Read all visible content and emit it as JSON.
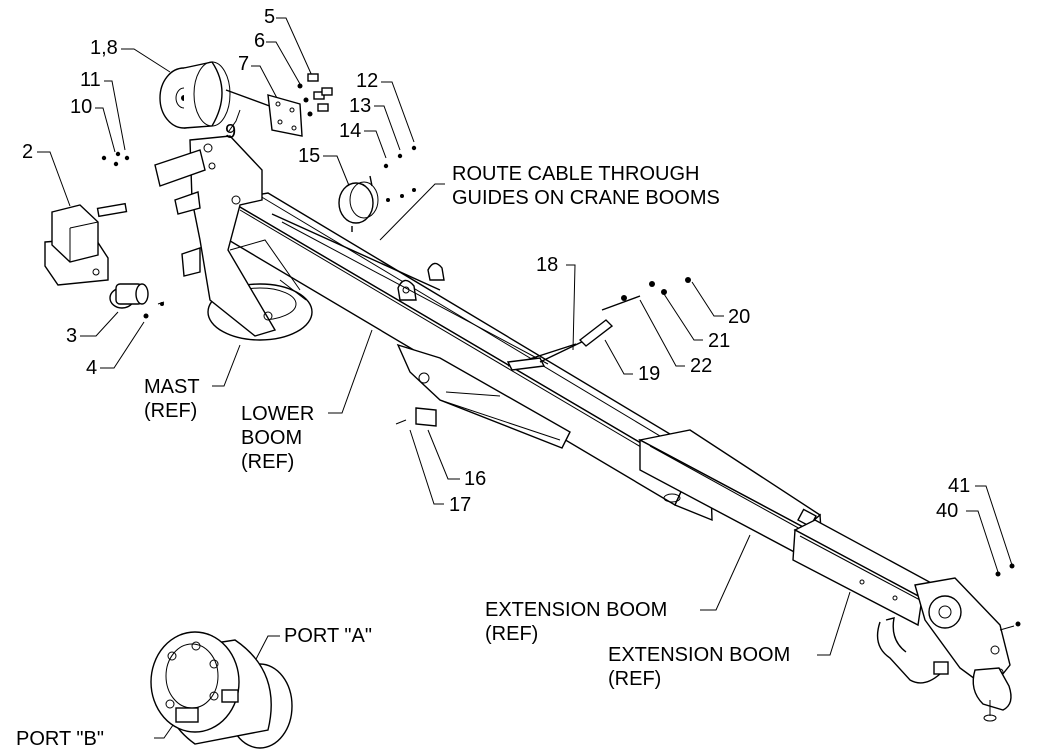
{
  "callouts": {
    "c5": "5",
    "c6": "6",
    "c7": "7",
    "c18_reel": "1,8",
    "c11": "11",
    "c10": "10",
    "c2": "2",
    "c9": "9",
    "c12": "12",
    "c13": "13",
    "c14": "14",
    "c15": "15",
    "c3": "3",
    "c4": "4",
    "c18": "18",
    "c20": "20",
    "c21": "21",
    "c22": "22",
    "c19": "19",
    "c16": "16",
    "c17": "17",
    "c41": "41",
    "c40": "40"
  },
  "notes": {
    "route_cable": [
      "ROUTE CABLE THROUGH",
      "GUIDES ON CRANE BOOMS"
    ],
    "mast": [
      "MAST",
      "(REF)"
    ],
    "lower_boom": [
      "LOWER",
      "BOOM",
      "(REF)"
    ],
    "extension_boom_1": [
      "EXTENSION BOOM",
      "(REF)"
    ],
    "extension_boom_2": [
      "EXTENSION BOOM",
      "(REF)"
    ],
    "port_a": "PORT \"A\"",
    "port_b": "PORT \"B\""
  }
}
